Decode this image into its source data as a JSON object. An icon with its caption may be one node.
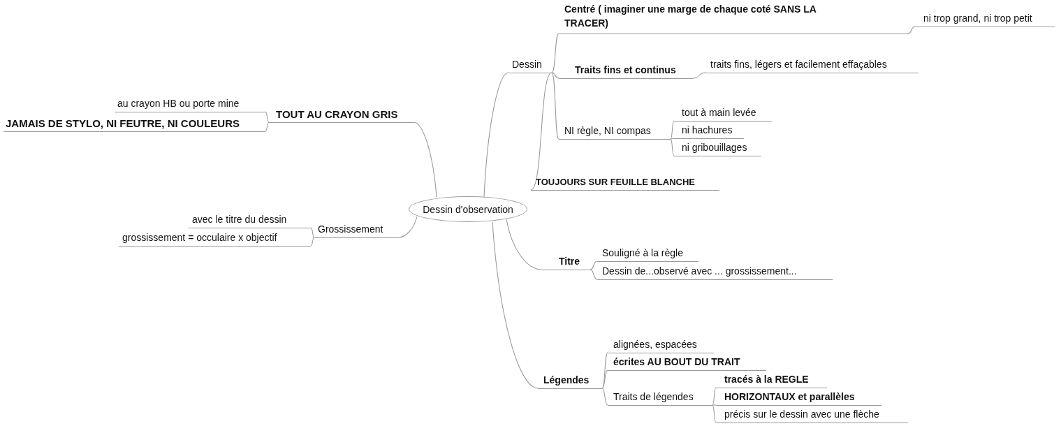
{
  "diagram": {
    "nodes": [
      {
        "text": [
          "Dessin d'observation"
        ]
      },
      {
        "text": [
          "TOUT AU CRAYON GRIS"
        ]
      },
      {
        "text": [
          "au crayon HB ou porte mine"
        ]
      },
      {
        "text": [
          "JAMAIS DE STYLO, NI FEUTRE, NI COULEURS"
        ]
      },
      {
        "text": [
          "Grossissement"
        ]
      },
      {
        "text": [
          "avec le titre du dessin"
        ]
      },
      {
        "text": [
          "grossissement = occulaire x objectif"
        ]
      },
      {
        "text": [
          "Dessin"
        ]
      },
      {
        "text": [
          "Centré ( imaginer une marge de chaque coté SANS LA TRACER)"
        ]
      },
      {
        "text": [
          "ni trop grand, ni trop petit"
        ]
      },
      {
        "text": [
          "Traits fins et continus"
        ]
      },
      {
        "text": [
          "traits fins, légers et facilement effaçables"
        ]
      },
      {
        "text": [
          "NI règle, NI compas"
        ]
      },
      {
        "text": [
          "tout à main levée"
        ]
      },
      {
        "text": [
          "ni hachures"
        ]
      },
      {
        "text": [
          "ni gribouillages"
        ]
      },
      {
        "text": [
          "TOUJOURS SUR FEUILLE BLANCHE"
        ]
      },
      {
        "text": [
          "Titre"
        ]
      },
      {
        "text": [
          "Souligné à la règle"
        ]
      },
      {
        "text": [
          "Dessin de...observé avec ... grossissement..."
        ]
      },
      {
        "text": [
          "Légendes"
        ]
      },
      {
        "text": [
          "alignées, espacées"
        ]
      },
      {
        "text": [
          "écrites AU BOUT DU TRAIT"
        ]
      },
      {
        "text": [
          "Traits de légendes"
        ]
      },
      {
        "text": [
          "tracés à la REGLE"
        ]
      },
      {
        "text": [
          "HORIZONTAUX et parallèles"
        ]
      },
      {
        "text": [
          "précis sur le dessin avec une flèche"
        ]
      }
    ],
    "edges": [
      {
        "from": 0,
        "to": 1,
        "arrow": "none"
      },
      {
        "from": 1,
        "to": 2,
        "arrow": "none"
      },
      {
        "from": 1,
        "to": 3,
        "arrow": "none"
      },
      {
        "from": 0,
        "to": 4,
        "arrow": "none"
      },
      {
        "from": 4,
        "to": 5,
        "arrow": "none"
      },
      {
        "from": 4,
        "to": 6,
        "arrow": "none"
      },
      {
        "from": 0,
        "to": 7,
        "arrow": "none"
      },
      {
        "from": 7,
        "to": 8,
        "arrow": "none"
      },
      {
        "from": 8,
        "to": 9,
        "arrow": "none"
      },
      {
        "from": 7,
        "to": 10,
        "arrow": "none"
      },
      {
        "from": 10,
        "to": 11,
        "arrow": "none"
      },
      {
        "from": 7,
        "to": 12,
        "arrow": "none"
      },
      {
        "from": 12,
        "to": 13,
        "arrow": "none"
      },
      {
        "from": 12,
        "to": 14,
        "arrow": "none"
      },
      {
        "from": 12,
        "to": 15,
        "arrow": "none"
      },
      {
        "from": 7,
        "to": 16,
        "arrow": "none"
      },
      {
        "from": 0,
        "to": 17,
        "arrow": "none"
      },
      {
        "from": 17,
        "to": 18,
        "arrow": "none"
      },
      {
        "from": 17,
        "to": 19,
        "arrow": "none"
      },
      {
        "from": 0,
        "to": 20,
        "arrow": "none"
      },
      {
        "from": 20,
        "to": 21,
        "arrow": "none"
      },
      {
        "from": 20,
        "to": 22,
        "arrow": "none"
      },
      {
        "from": 20,
        "to": 23,
        "arrow": "none"
      },
      {
        "from": 23,
        "to": 24,
        "arrow": "none"
      },
      {
        "from": 23,
        "to": 25,
        "arrow": "none"
      },
      {
        "from": 23,
        "to": 26,
        "arrow": "none"
      }
    ]
  }
}
